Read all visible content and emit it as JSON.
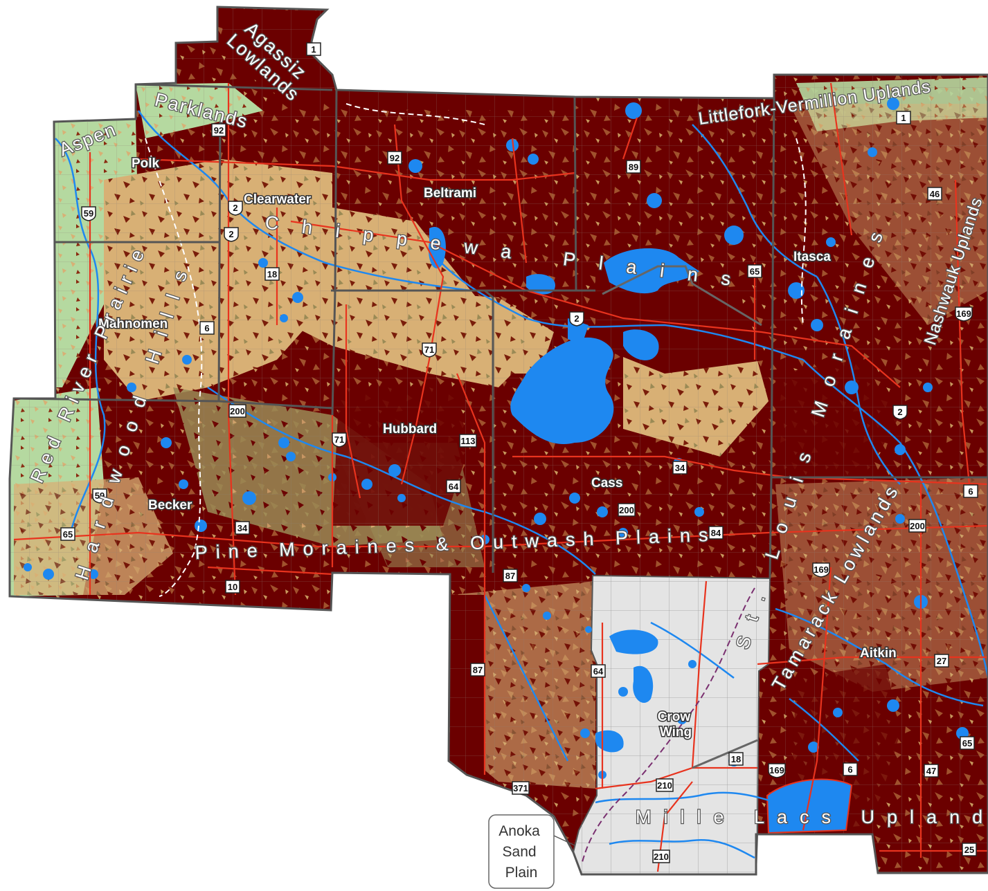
{
  "colors": {
    "forest": "#6b0000",
    "forest_mid": "#8a2a10",
    "upland": "#d8b075",
    "grass": "#b5d9a0",
    "olive": "#9a8a55",
    "water": "#1e88f0",
    "road": "#e8331e",
    "boundary": "#555555",
    "crow_wing_fill": "#e4e4e4"
  },
  "counties": [
    {
      "id": "polk",
      "label": "Polk"
    },
    {
      "id": "clearwater",
      "label": "Clearwater"
    },
    {
      "id": "beltrami",
      "label": "Beltrami"
    },
    {
      "id": "itasca",
      "label": "Itasca"
    },
    {
      "id": "mahnomen",
      "label": "Mahnomen"
    },
    {
      "id": "hubbard",
      "label": "Hubbard"
    },
    {
      "id": "cass",
      "label": "Cass"
    },
    {
      "id": "becker",
      "label": "Becker"
    },
    {
      "id": "aitkin",
      "label": "Aitkin"
    },
    {
      "id": "crow-wing",
      "label_lines": [
        "Crow",
        "Wing"
      ]
    }
  ],
  "regions": [
    {
      "id": "agassiz-lowlands",
      "lines": [
        "Agassiz",
        "Lowlands"
      ]
    },
    {
      "id": "aspen-parklands",
      "parts": [
        "Aspen",
        "Parklands"
      ]
    },
    {
      "id": "littlefork-vermillion-uplands",
      "label": "Littlefork-Vermillion Uplands"
    },
    {
      "id": "nashwauk-uplands",
      "label": "Nashwauk Uplands"
    },
    {
      "id": "chippewa-plains",
      "label": "Chippewa Plains"
    },
    {
      "id": "red-river-prairie",
      "label": "Red River Prairie"
    },
    {
      "id": "hardwood-hills",
      "label": "Hardwood Hills"
    },
    {
      "id": "pine-moraines",
      "label": "Pine Moraines & Outwash Plains"
    },
    {
      "id": "st-louis-moraines",
      "label": "St. Louis Moraines"
    },
    {
      "id": "tamarack-lowlands",
      "label": "Tamarack Lowlands"
    },
    {
      "id": "mille-lacs-uplands",
      "label": "Mille Lacs Uplands"
    }
  ],
  "callout": {
    "lines": [
      "Anoka",
      "Sand",
      "Plain"
    ]
  },
  "highways": {
    "interstate_like": [
      "2",
      "2",
      "2",
      "2",
      "71",
      "71",
      "59",
      "59",
      "169",
      "169",
      "169"
    ],
    "state": [
      "1",
      "1",
      "92",
      "92",
      "89",
      "46",
      "65",
      "6",
      "200",
      "113",
      "64",
      "34",
      "34",
      "200",
      "84",
      "6",
      "200",
      "65",
      "10",
      "87",
      "87",
      "64",
      "371",
      "210",
      "18",
      "6",
      "47",
      "65",
      "27",
      "210",
      "25",
      "18"
    ]
  }
}
